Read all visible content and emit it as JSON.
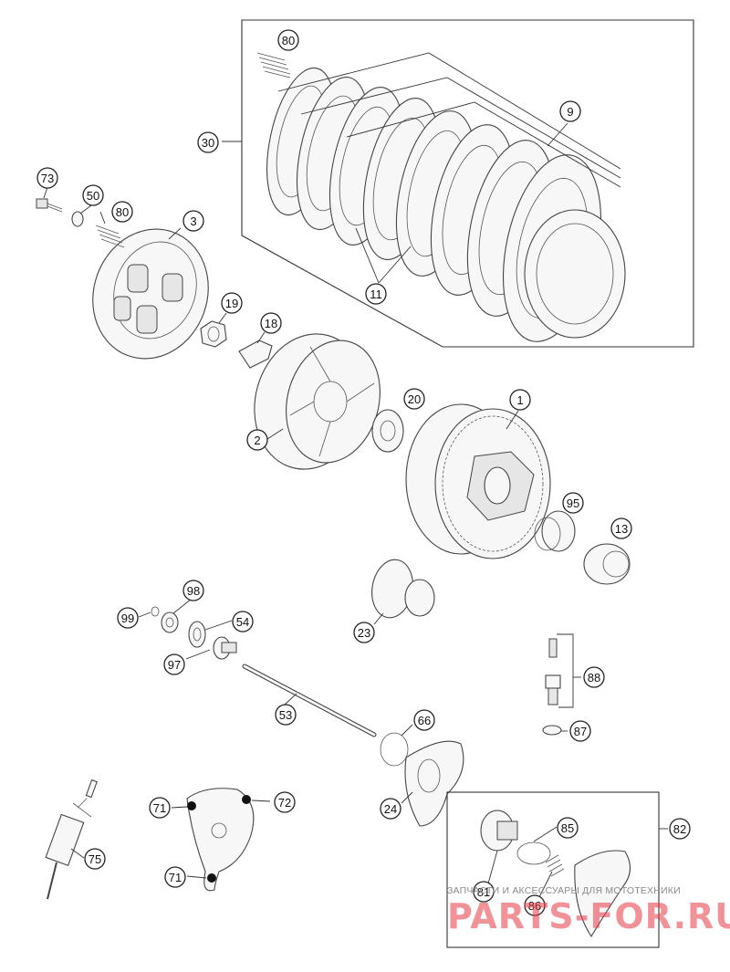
{
  "diagram": {
    "callouts": [
      {
        "id": "c80a",
        "label": "80"
      },
      {
        "id": "c9",
        "label": "9"
      },
      {
        "id": "c30",
        "label": "30"
      },
      {
        "id": "c73",
        "label": "73"
      },
      {
        "id": "c50",
        "label": "50"
      },
      {
        "id": "c80b",
        "label": "80"
      },
      {
        "id": "c3",
        "label": "3"
      },
      {
        "id": "c11",
        "label": "11"
      },
      {
        "id": "c19",
        "label": "19"
      },
      {
        "id": "c18",
        "label": "18"
      },
      {
        "id": "c20",
        "label": "20"
      },
      {
        "id": "c1",
        "label": "1"
      },
      {
        "id": "c2",
        "label": "2"
      },
      {
        "id": "c95",
        "label": "95"
      },
      {
        "id": "c13",
        "label": "13"
      },
      {
        "id": "c98",
        "label": "98"
      },
      {
        "id": "c99",
        "label": "99"
      },
      {
        "id": "c54",
        "label": "54"
      },
      {
        "id": "c23",
        "label": "23"
      },
      {
        "id": "c97",
        "label": "97"
      },
      {
        "id": "c88",
        "label": "88"
      },
      {
        "id": "c53",
        "label": "53"
      },
      {
        "id": "c66",
        "label": "66"
      },
      {
        "id": "c87",
        "label": "87"
      },
      {
        "id": "c71a",
        "label": "71"
      },
      {
        "id": "c72",
        "label": "72"
      },
      {
        "id": "c24",
        "label": "24"
      },
      {
        "id": "c82",
        "label": "82"
      },
      {
        "id": "c85",
        "label": "85"
      },
      {
        "id": "c75",
        "label": "75"
      },
      {
        "id": "c71b",
        "label": "71"
      },
      {
        "id": "c81",
        "label": "81"
      },
      {
        "id": "c86",
        "label": "86"
      }
    ]
  },
  "watermark": {
    "line": "ЗАПЧАСТИ И АКСЕССУАРЫ ДЛЯ МОТОТЕХНИКИ",
    "logo": "PARTS-FOR.RU"
  }
}
